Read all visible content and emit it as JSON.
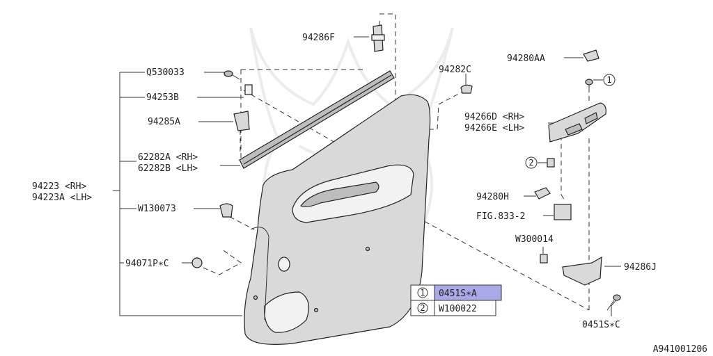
{
  "labels": {
    "p94286F": "94286F",
    "p94280AA": "94280AA",
    "pQ530033": "Q530033",
    "p94282C": "94282C",
    "p94253B": "94253B",
    "p94285A": "94285A",
    "p94266D": "94266D <RH>",
    "p94266E": "94266E <LH>",
    "p62282A": "62282A <RH>",
    "p62282B": "62282B <LH>",
    "p94223": "94223  <RH>",
    "p94223A": "94223A <LH>",
    "pW130073": "W130073",
    "p94280H": "94280H",
    "pFIG833": "FIG.833-2",
    "pW300014": "W300014",
    "p94071P": "94071P∗C",
    "p94286J": "94286J",
    "p0451SC": "0451S∗C"
  },
  "callouts": {
    "c1": "1",
    "c2": "2"
  },
  "legend": [
    {
      "num": "1",
      "part": "0451S∗A",
      "highlighted": true
    },
    {
      "num": "2",
      "part": "W100022",
      "highlighted": false
    }
  ],
  "figure_id": "A941001206",
  "colors": {
    "highlight": "#a9a9e8",
    "line": "#333333"
  }
}
